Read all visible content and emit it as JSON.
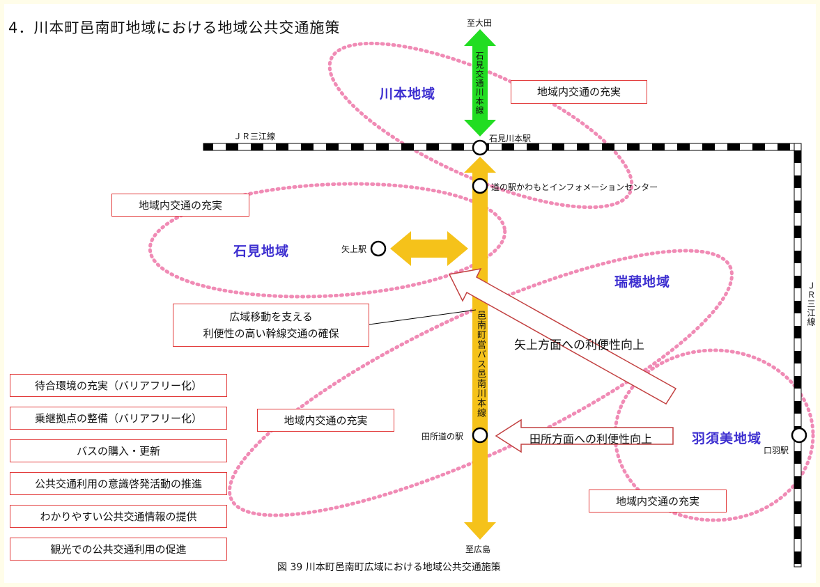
{
  "title": "4．川本町邑南町地域における地域公共交通施策",
  "areas": {
    "kawamoto": "川本地域",
    "iwami": "石見地域",
    "mizuho": "瑞穂地域",
    "hasumi": "羽須美地域"
  },
  "lines": {
    "jr_top": "ＪＲ三江線",
    "jr_right": "ＪＲ三江線",
    "green_route": "石見交通川本線",
    "yellow_route": "邑南町営バス邑南川本線",
    "to_ota": "至大田",
    "to_hiroshima": "至広島"
  },
  "stations": {
    "iwami_kawamoto": "石見川本駅",
    "michinoeki_kawamoto": "道の駅かわもとインフォメーションセンター",
    "yakami": "矢上駅",
    "tadokoro": "田所道の駅",
    "kuchiba": "口羽駅"
  },
  "boxes": {
    "jyujitsu_1": "地域内交通の充実",
    "jyujitsu_2": "地域内交通の充実",
    "jyujitsu_3": "地域内交通の充実",
    "jyujitsu_4": "地域内交通の充実",
    "trunk_l1": "広域移動を支える",
    "trunk_l2": "利便性の高い幹線交通の確保"
  },
  "arrows": {
    "yakami_dir": "矢上方面への利便性向上",
    "tadokoro_dir": "田所方面への利便性向上"
  },
  "measures": [
    "待合環境の充実（バリアフリー化）",
    "乗継拠点の整備（バリアフリー化）",
    "バスの購入・更新",
    "公共交通利用の意識啓発活動の推進",
    "わかりやすい公共交通情報の提供",
    "観光での公共交通利用の促進"
  ],
  "caption": "図 39  川本町邑南町広域における地域公共交通施策",
  "colors": {
    "dots": "#f08bb5",
    "yellow": "#f5c21a",
    "green": "#22dd22",
    "box_border": "#e23a3a",
    "area_text": "#3d2fd0"
  }
}
